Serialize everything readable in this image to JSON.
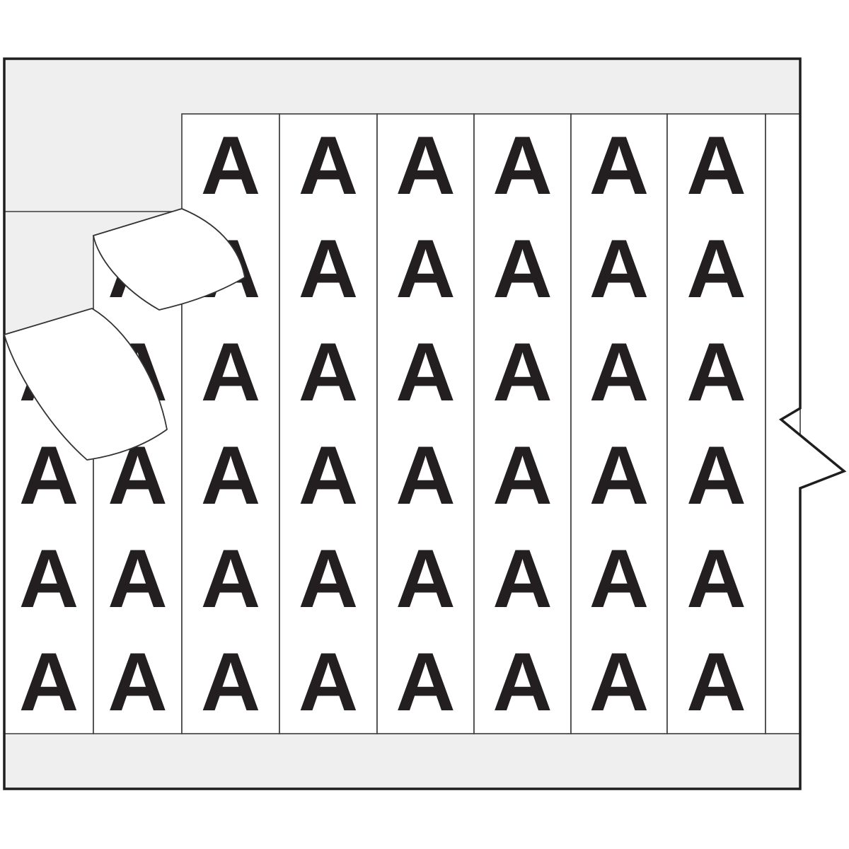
{
  "product": {
    "description": "wire-marker label card with peel-off letter strips",
    "peeling_labels_count": 2
  },
  "card": {
    "letter": "A",
    "letter_color": "#231f20",
    "card_color": "#efefef",
    "strip_color": "#ffffff",
    "line_color": "#3a3a3a",
    "border_color": "#1e1e1e",
    "total_visible_letters": 45,
    "columns": [
      {
        "index": 1,
        "letter_count": 4
      },
      {
        "index": 2,
        "letter_count": 5
      },
      {
        "index": 3,
        "letter_count": 6
      },
      {
        "index": 4,
        "letter_count": 6
      },
      {
        "index": 5,
        "letter_count": 6
      },
      {
        "index": 6,
        "letter_count": 6
      },
      {
        "index": 7,
        "letter_count": 6
      },
      {
        "index": 8,
        "letter_count": 6
      },
      {
        "index": 9,
        "letter_count": 0
      }
    ]
  }
}
